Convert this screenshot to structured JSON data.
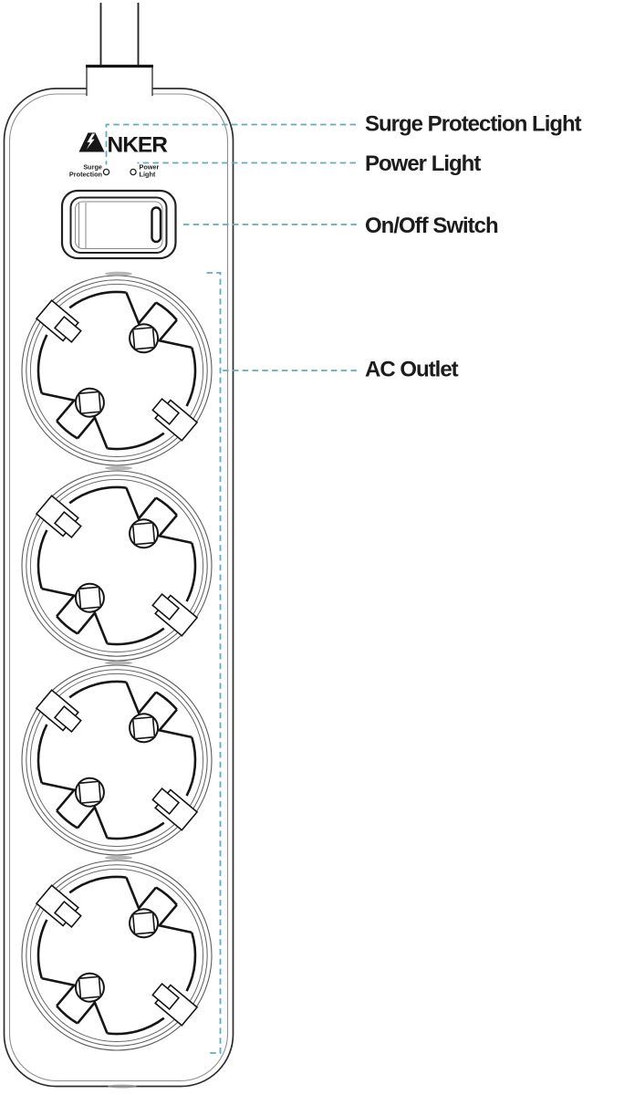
{
  "colors": {
    "callout_line": "#62abc2",
    "ink": "#1c1c1c",
    "outline_dark": "#2e2e2e",
    "outline_gray": "#8f8f8f"
  },
  "brand": {
    "logo": "ANKER",
    "logo_after_mark": "NKER"
  },
  "device": {
    "indicators": {
      "surge": {
        "line1": "Surge",
        "line2": "Protection"
      },
      "power": {
        "line1": "Power",
        "line2": "Light"
      }
    }
  },
  "callouts": {
    "surge_protection_light": "Surge Protection Light",
    "power_light": "Power Light",
    "on_off_switch": "On/Off Switch",
    "ac_outlet": "AC Outlet"
  }
}
